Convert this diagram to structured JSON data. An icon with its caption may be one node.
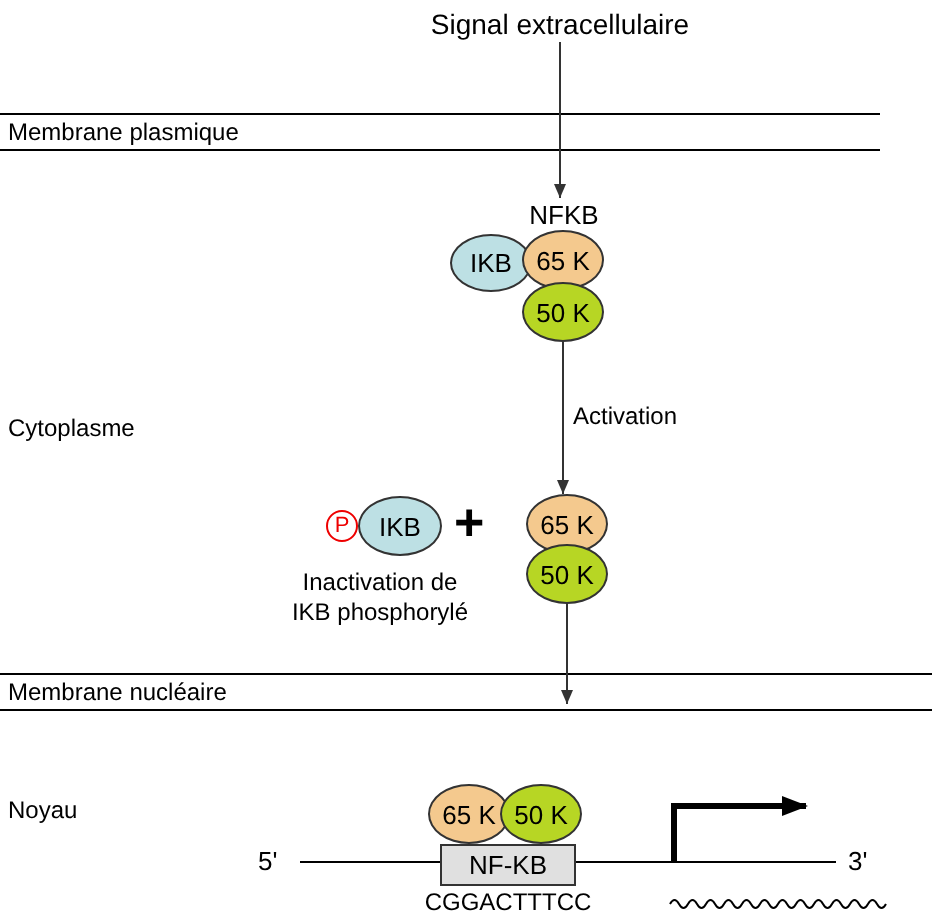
{
  "diagram": {
    "nodes": [
      {
        "text": [
          "Signal extracellulaire"
        ]
      },
      {
        "text": [
          "NFKB"
        ]
      },
      {
        "text": [
          "IKB"
        ]
      },
      {
        "text": [
          "65 K"
        ]
      },
      {
        "text": [
          "50 K"
        ]
      },
      {
        "text": [
          "P"
        ]
      },
      {
        "text": [
          "IKB"
        ],
        "beside": [
          "Inactivation de IKB phosphorylé"
        ]
      },
      {
        "text": [
          "65 K"
        ]
      },
      {
        "text": [
          "50 K"
        ]
      },
      {
        "text": [
          "65 K"
        ]
      },
      {
        "text": [
          "50 K"
        ]
      },
      {
        "text": [
          "NF-KB"
        ],
        "beside": [
          "CGGACTTTCC"
        ]
      }
    ],
    "edges": [
      {
        "from": 0,
        "to": 1,
        "arrow": "to"
      },
      {
        "from": 4,
        "to": 7,
        "arrow": "to",
        "label": "Activation"
      },
      {
        "from": 8,
        "to": null,
        "arrow": "to"
      }
    ],
    "labels": [
      "Membrane plasmique",
      "Cytoplasme",
      "+",
      "Membrane nucléaire",
      "Noyau",
      "5'",
      "3'"
    ]
  }
}
